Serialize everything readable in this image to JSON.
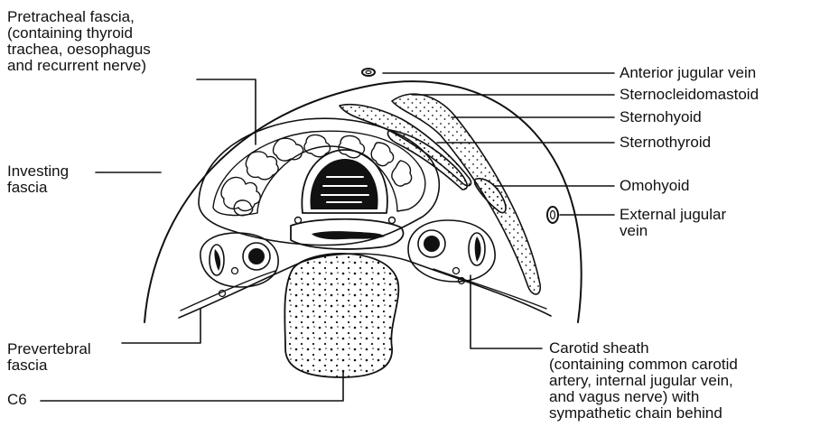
{
  "labels": {
    "pretracheal": [
      "Pretracheal fascia,",
      "(containing thyroid",
      "trachea, oesophagus",
      "and recurrent nerve)"
    ],
    "investing": [
      "Investing",
      "fascia"
    ],
    "prevertebral": [
      "Prevertebral",
      "fascia"
    ],
    "c6": "C6",
    "anterior_jugular": "Anterior jugular vein",
    "sternocleidomastoid": "Sternocleidomastoid",
    "sternohyoid": "Sternohyoid",
    "sternothyroid": "Sternothyroid",
    "omohyoid": "Omohyoid",
    "external_jugular": [
      "External jugular",
      "vein"
    ],
    "carotid_sheath": [
      "Carotid sheath",
      "(containing common carotid",
      "artery, internal jugular vein,",
      "and vagus nerve) with",
      "sympathetic chain behind"
    ]
  },
  "colors": {
    "ink": "#111111",
    "background": "#ffffff"
  }
}
